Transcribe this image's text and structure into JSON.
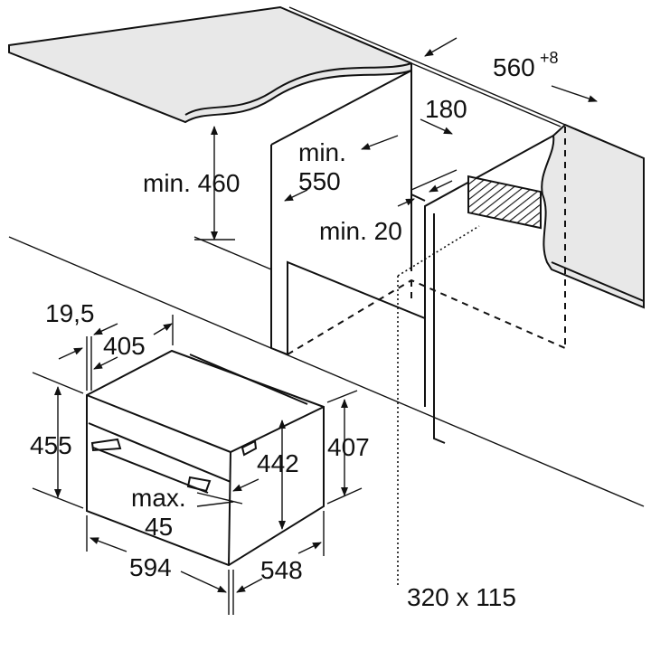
{
  "diagram": {
    "title": "Built-in compact oven installation dimensions (mm)",
    "labels": {
      "niche_width": "560",
      "niche_width_tolerance": "+8",
      "vent_depth": "180",
      "min_550_a": "min.",
      "min_550_b": "550",
      "min_460": "min. 460",
      "min_20": "min. 20",
      "front_offset": "19,5",
      "depth_405": "405",
      "height_455": "455",
      "height_407": "407",
      "height_442": "442",
      "max45_a": "max.",
      "max45_b": "45",
      "width_594": "594",
      "depth_548": "548",
      "vent_opening": "320 x 115"
    }
  }
}
